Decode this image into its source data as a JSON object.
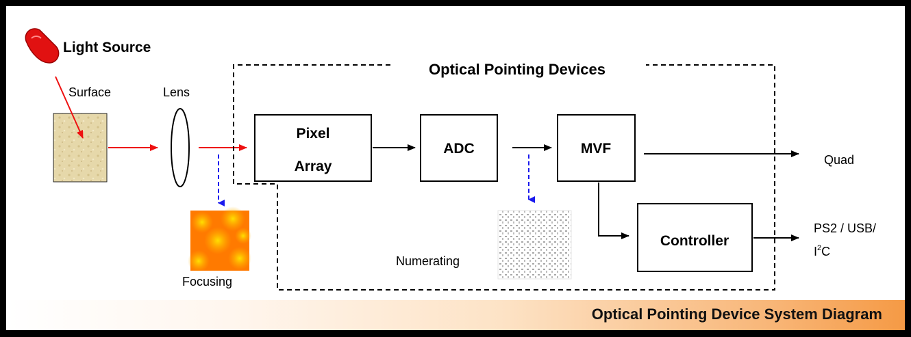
{
  "labels": {
    "light_source": "Light Source",
    "surface": "Surface",
    "lens": "Lens",
    "group_title": "Optical Pointing Devices",
    "pixel_line1": "Pixel",
    "pixel_line2": "Array",
    "adc": "ADC",
    "mvf": "MVF",
    "controller": "Controller",
    "quad": "Quad",
    "ps2_line1": "PS2 / USB/",
    "ps2_line2_base": "I",
    "ps2_line2_sup": "2",
    "ps2_line2_tail": "C",
    "focusing": "Focusing",
    "numerating": "Numerating"
  },
  "footer": {
    "title": "Optical Pointing Device System Diagram"
  },
  "colors": {
    "signal_arrow": "#ee1111",
    "sample_arrow": "#1a1aee",
    "light_source": "#e11111",
    "accent_bar": "#f59a45"
  }
}
